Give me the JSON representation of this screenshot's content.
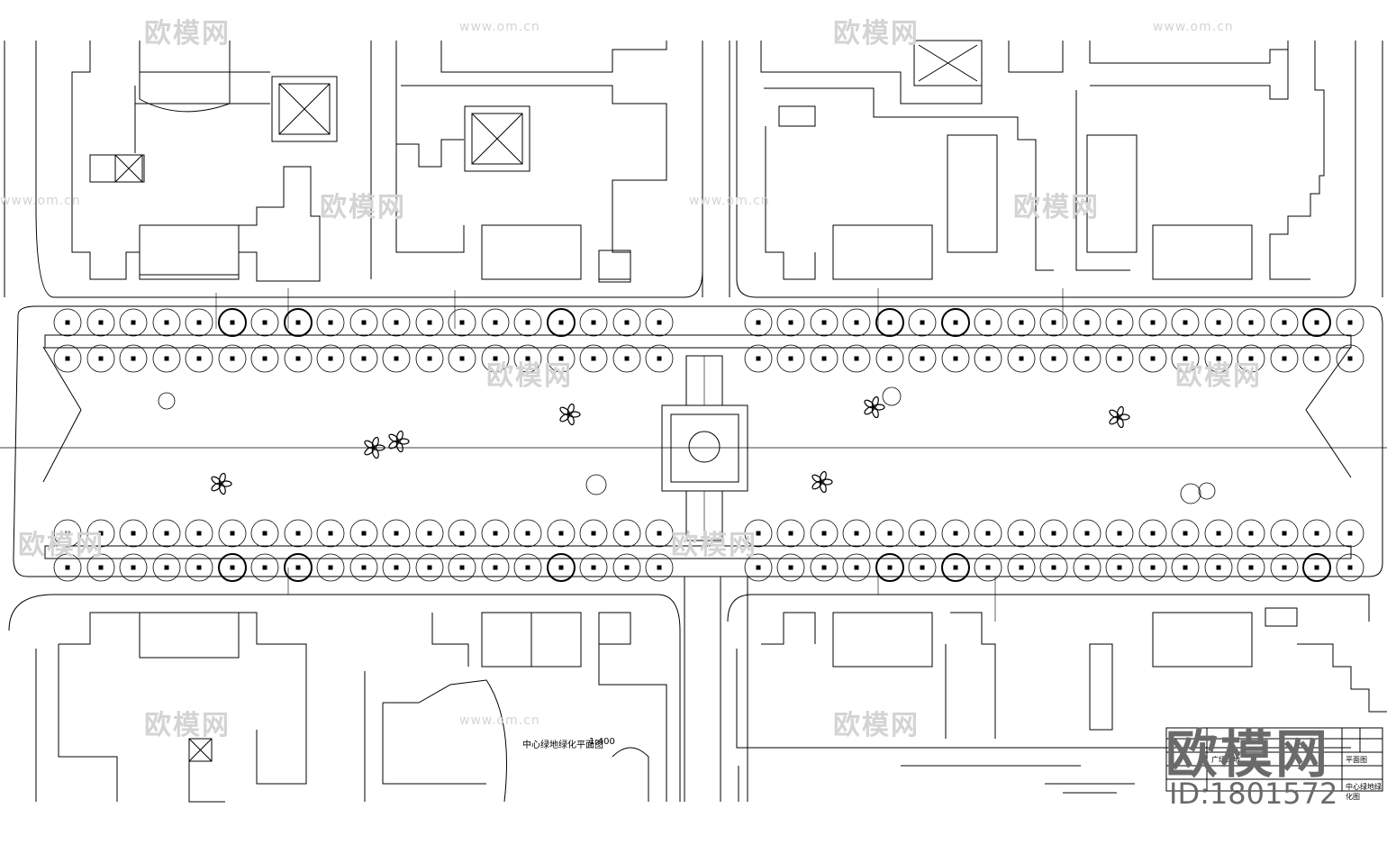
{
  "drawing": {
    "plan_title": "中心绿地绿化平面图",
    "scale": "1:400"
  },
  "title_block": {
    "cells": [
      "广场绿地",
      "平面图",
      "中心绿地绿化图"
    ]
  },
  "watermarks": {
    "brand_cn": "欧模网",
    "url": "www.om.cn",
    "stamp_logo": "欧模网",
    "stamp_id": "ID:1801572"
  },
  "colors": {
    "line": "#000000",
    "watermark": "#d4d4d4",
    "stamp": "#6a6a6a"
  }
}
